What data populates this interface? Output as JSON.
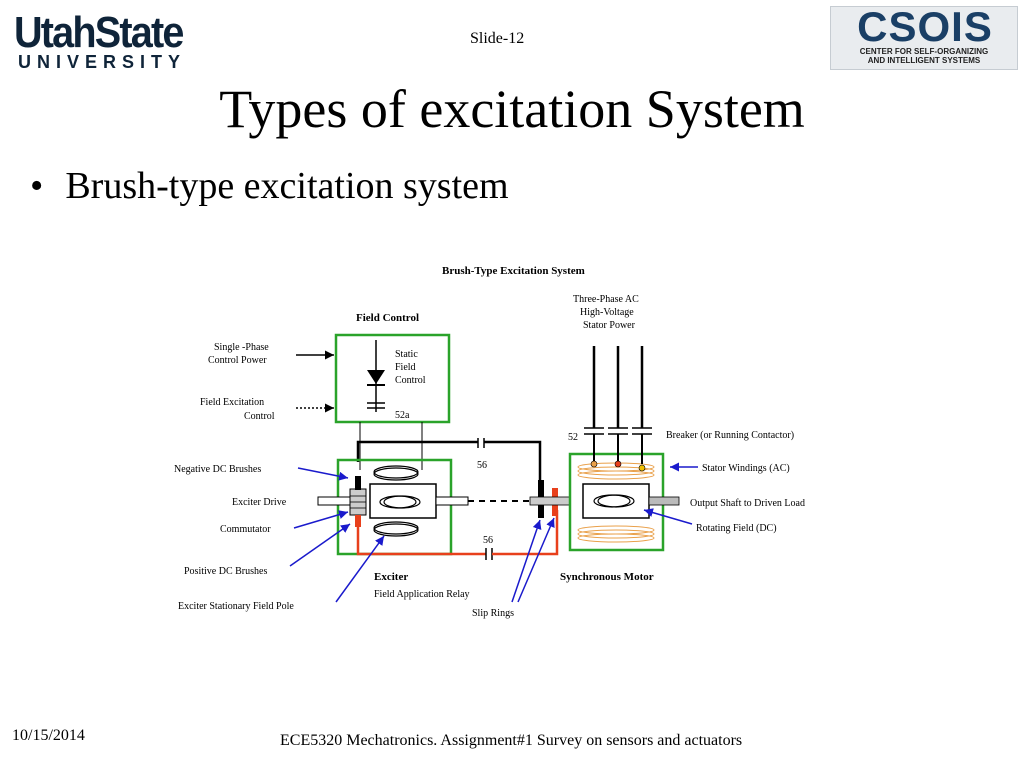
{
  "header": {
    "university": {
      "name": "UtahState",
      "sub": "UNIVERSITY"
    },
    "slide_number": "Slide-12",
    "csois": {
      "word": "CSOIS",
      "line1": "CENTER FOR SELF-ORGANIZING",
      "line2": "AND INTELLIGENT SYSTEMS"
    }
  },
  "title": "Types of excitation System",
  "bullets": [
    {
      "text": "Brush-type excitation system"
    }
  ],
  "diagram": {
    "title": "Brush-Type Excitation System",
    "field_control": "Field Control",
    "static_field_control": [
      "Static",
      "Field",
      "Control"
    ],
    "contact_52a": "52a",
    "single_phase": [
      "Single -Phase",
      "Control Power"
    ],
    "field_excitation": [
      "Field Excitation",
      "Control"
    ],
    "negative_dc_brushes": "Negative DC Brushes",
    "exciter_drive": "Exciter  Drive",
    "commutator": "Commutator",
    "positive_dc_brushes": "Positive DC Brushes",
    "exciter_stationary_field_pole": "Exciter Stationary Field Pole",
    "exciter": "Exciter",
    "field_application_relay": "Field Application Relay",
    "relay_56_top": "56",
    "relay_56_bottom": "56",
    "slip_rings": "Slip Rings",
    "synchronous_motor": "Synchronous Motor",
    "three_phase": [
      "Three-Phase AC",
      "High-Voltage",
      "Stator Power"
    ],
    "breaker_52": "52",
    "breaker": "Breaker (or Running Contactor)",
    "stator_windings": "Stator Windings (AC)",
    "output_shaft": "Output Shaft to Driven Load",
    "rotating_field": "Rotating Field (DC)",
    "colors": {
      "green": "#2aa32a",
      "red": "#e8401c",
      "blue": "#1a1acc",
      "orange": "#e9a04a"
    }
  },
  "footer": {
    "date": "10/15/2014",
    "text": "ECE5320 Mechatronics. Assignment#1 Survey on sensors and actuators"
  }
}
